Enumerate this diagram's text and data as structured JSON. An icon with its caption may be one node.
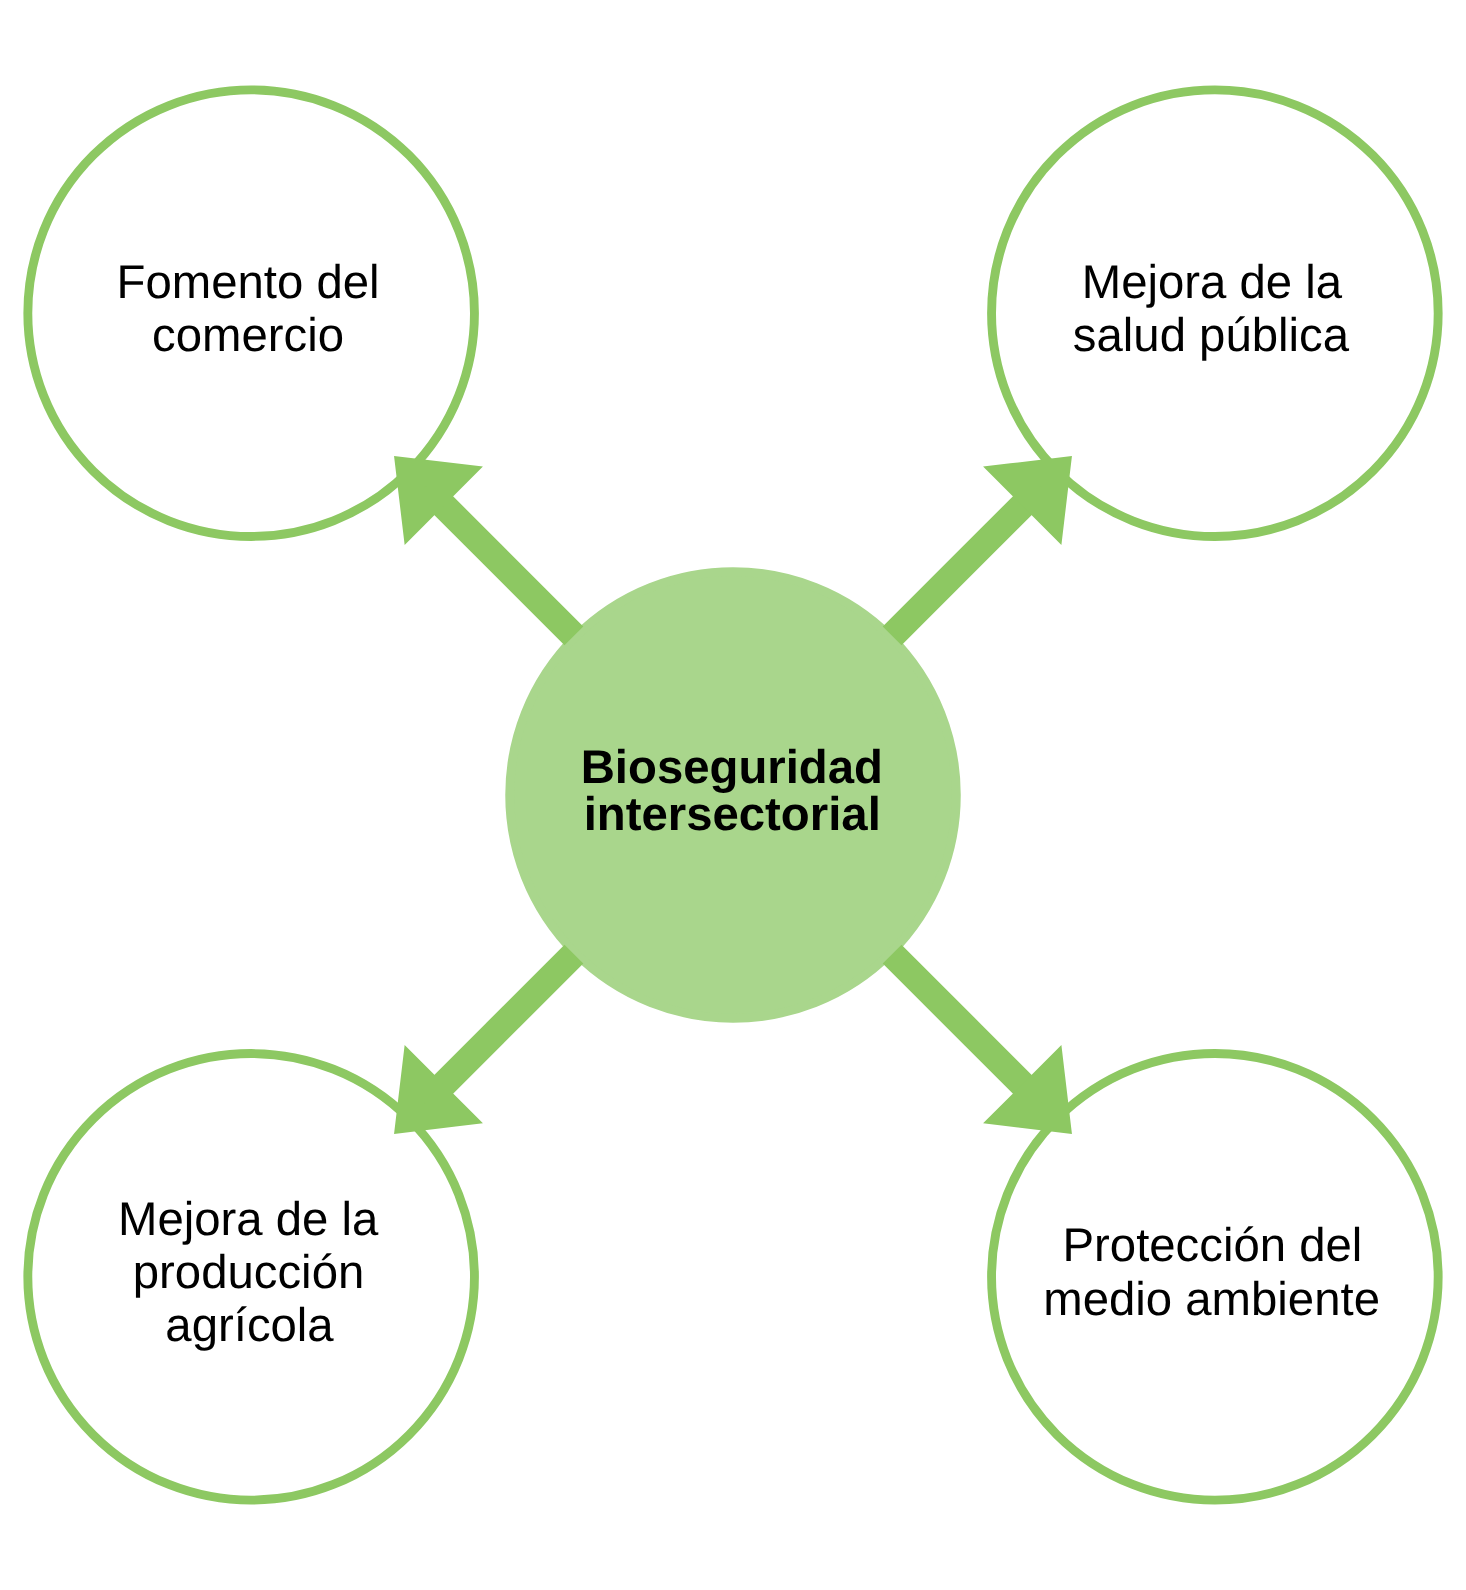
{
  "diagram": {
    "nodes": [
      {
        "text": [
          "Mejora de la salud pública"
        ]
      },
      {
        "text": [
          "Fomento del comercio"
        ]
      },
      {
        "text": [
          "Bioseguridad intersectorial"
        ]
      },
      {
        "text": [
          "Mejora de la producción agrícola"
        ]
      },
      {
        "text": [
          "Protección del medio ambiente"
        ]
      }
    ],
    "edges": [
      {
        "from": 2,
        "to": 0,
        "arrow": "to"
      },
      {
        "from": 2,
        "to": 1,
        "arrow": "to"
      },
      {
        "from": 2,
        "to": 3,
        "arrow": "to"
      },
      {
        "from": 2,
        "to": 4,
        "arrow": "to"
      }
    ]
  }
}
